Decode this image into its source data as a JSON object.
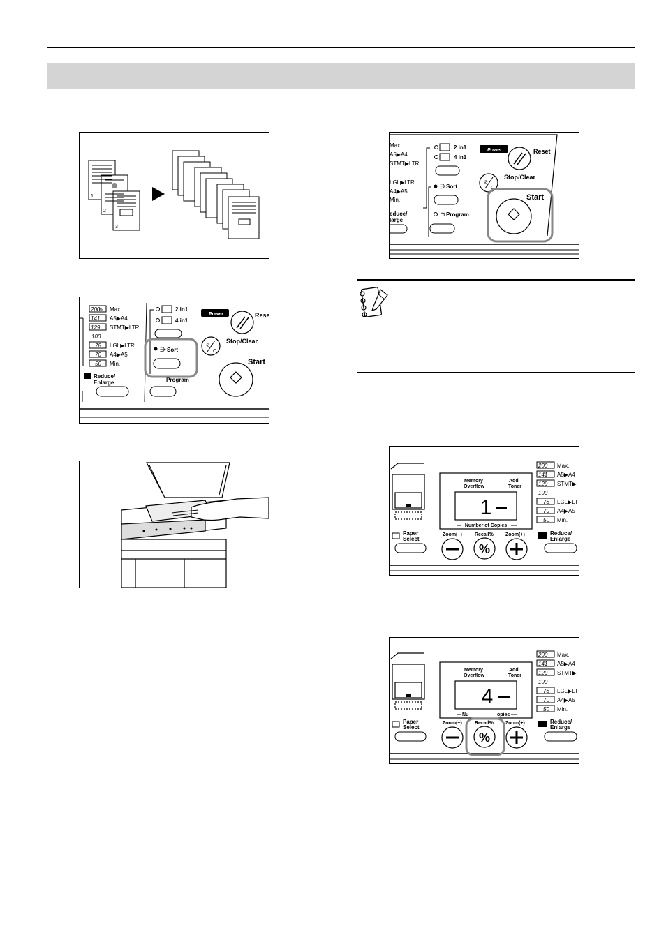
{
  "collate": {
    "page_marks": [
      "1",
      "2",
      "3"
    ]
  },
  "panel": {
    "sizes": [
      {
        "pct": "200",
        "label": "Max."
      },
      {
        "pct": "141",
        "label": "A5▶A4"
      },
      {
        "pct": "129",
        "label": "STMT▶LTR"
      },
      {
        "pct": "100",
        "label": ""
      },
      {
        "pct": "78",
        "label": "LGL▶LTR"
      },
      {
        "pct": "70",
        "label": "A4▶A5"
      },
      {
        "pct": "50",
        "label": "Min."
      }
    ],
    "pct_suffix": "%",
    "max_label": "Max.",
    "a5a4_label": "A5▶A4",
    "stmt_label": "STMT▶LTR",
    "lgl_label": "LGL▶LTR",
    "a4a5_label": "A4▶A5",
    "min_label": "Min.",
    "two_in_one": "2 in1",
    "four_in_one": "4 in1",
    "sort": "Sort",
    "program": "Program",
    "power": "Power",
    "reset": "Reset",
    "stop_clear": "Stop/Clear",
    "start": "Start",
    "reduce_enlarge_1": "Reduce/",
    "reduce_enlarge_2": "Enlarge",
    "reduce_short_1": "educe/",
    "reduce_short_2": "large",
    "reset_short": "Rese"
  },
  "display": {
    "memory_1": "Memory",
    "memory_2": "Overflow",
    "toner_1": "Add",
    "toner_2": "Toner",
    "copies_label": "Number of Copies",
    "copies_partial": "Nu",
    "copies_partial_end": "opies",
    "paper_1": "Paper",
    "paper_2": "Select",
    "zoom_minus": "Zoom(−)",
    "zoom_plus": "Zoom(+)",
    "recall": "Recall%",
    "reduce_1": "Reduce/",
    "reduce_2": "Enlarge",
    "count_a": "1",
    "count_b": "4",
    "sizes_short": [
      {
        "pct": "200",
        "label": "Max."
      },
      {
        "pct": "141",
        "label": "A5▶A4"
      },
      {
        "pct": "129",
        "label": "STMT▶"
      },
      {
        "pct": "100",
        "label": ""
      },
      {
        "pct": "78",
        "label": "LGL▶LT"
      },
      {
        "pct": "70",
        "label": "A4▶A5"
      },
      {
        "pct": "50",
        "label": "Min."
      }
    ]
  }
}
